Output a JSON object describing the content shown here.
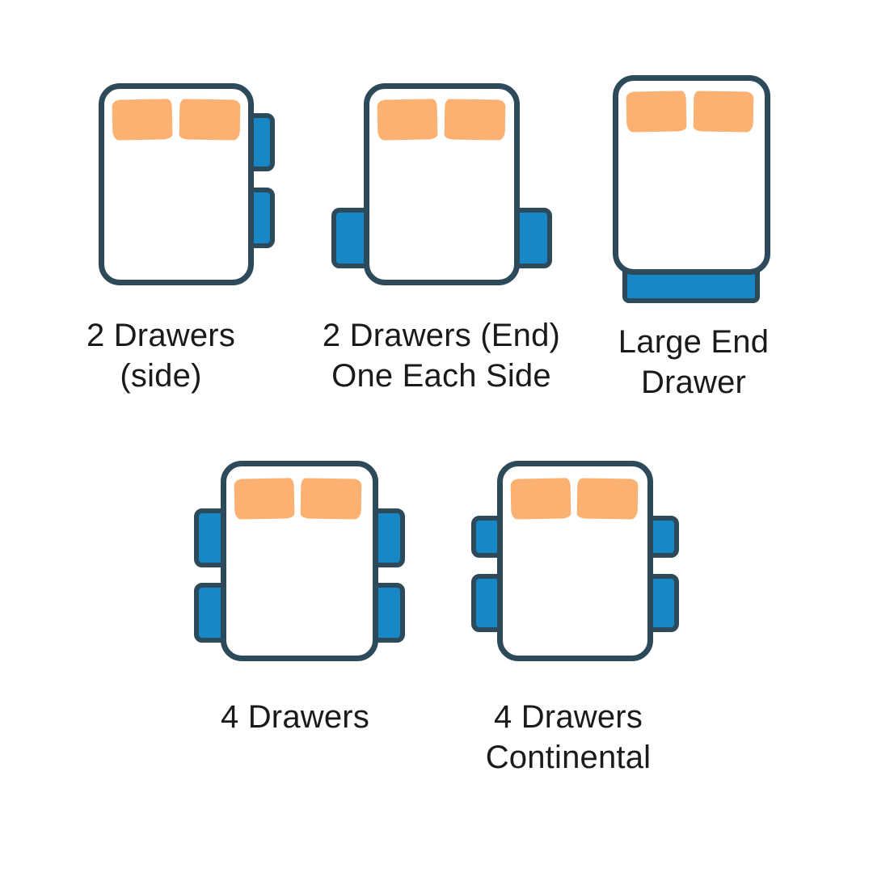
{
  "colors": {
    "outline": "#2c4a59",
    "drawer_blue": "#1787c5",
    "pillow_orange": "#fbb171",
    "text": "#1a1a1a",
    "background": "#ffffff"
  },
  "diagram": {
    "items": [
      {
        "id": "2-drawers-side",
        "label_line1": "2 Drawers",
        "label_line2": "(side)",
        "drawer_count": 2,
        "drawer_placement": "both on right side",
        "pillow_count": 2
      },
      {
        "id": "2-drawers-end-one-each-side",
        "label_line1": "2 Drawers (End)",
        "label_line2": "One Each Side",
        "drawer_count": 2,
        "drawer_placement": "one each side near foot end",
        "pillow_count": 2
      },
      {
        "id": "large-end-drawer",
        "label_line1": "Large End",
        "label_line2": "Drawer",
        "drawer_count": 1,
        "drawer_placement": "single wide drawer at foot end",
        "pillow_count": 2
      },
      {
        "id": "4-drawers",
        "label_line1": "4 Drawers",
        "label_line2": "",
        "drawer_count": 4,
        "drawer_placement": "two each side, equal sizes",
        "pillow_count": 2
      },
      {
        "id": "4-drawers-continental",
        "label_line1": "4 Drawers",
        "label_line2": "Continental",
        "drawer_count": 4,
        "drawer_placement": "two each side, shorter top drawers",
        "pillow_count": 2
      }
    ]
  }
}
